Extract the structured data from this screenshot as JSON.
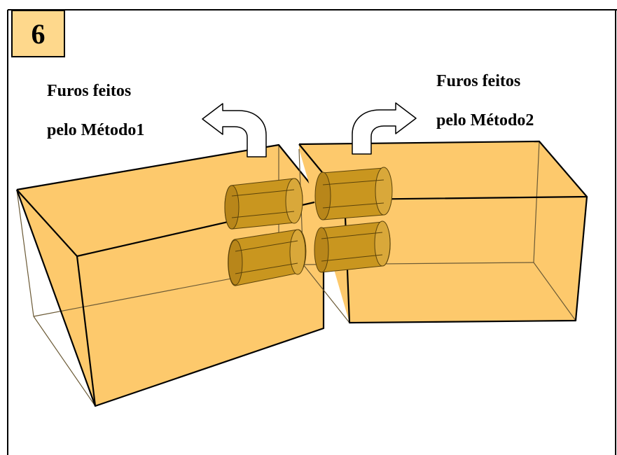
{
  "step": {
    "number": "6"
  },
  "labels": {
    "method1": {
      "line1": "Furos feitos",
      "line2": "pelo Método1"
    },
    "method2": {
      "line1": "Furos feitos",
      "line2": "pelo Método2"
    }
  },
  "colors": {
    "block_fill": "#fdc96c",
    "badge_fill": "#fed88c",
    "cylinder_fill": "#c9961f",
    "cylinder_fill_light": "#d5a232",
    "edge": "#000000",
    "arrow_fill": "#ffffff"
  },
  "icons": {
    "method1_arrow": "curved-arrow-up-left-icon",
    "method2_arrow": "curved-arrow-up-right-icon"
  }
}
